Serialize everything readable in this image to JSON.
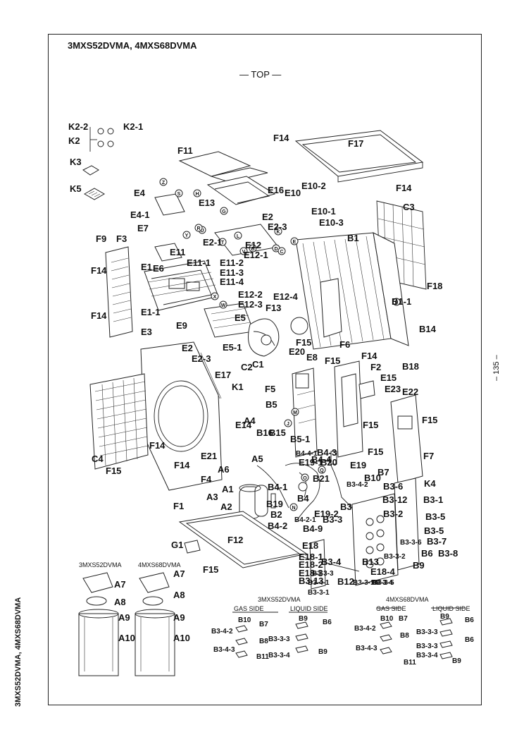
{
  "header": {
    "title": "3MXS52DVMA, 4MXS68DVMA",
    "view": "— TOP —",
    "side_label": "3MXS52DVMA, 4MXS68DVMA",
    "page_number": "– 135 –"
  },
  "part_labels": [
    "K2-2",
    "K2-1",
    "K2",
    "K3",
    "K5",
    "F11",
    "F14",
    "F17",
    "F14",
    "E16",
    "E10",
    "E10-2",
    "C3",
    "E4",
    "E13",
    "E2",
    "E10-1",
    "E4-1",
    "E7",
    "E2-3",
    "E10-3",
    "F9",
    "F3",
    "E2-1",
    "B1",
    "E11",
    "E12",
    "E11-1",
    "E11-2",
    "E11-3",
    "E12-1",
    "E11-4",
    "F14",
    "E1",
    "E6",
    "F18",
    "E12-2",
    "E12-4",
    "E12-3",
    "F13",
    "B1-1",
    "F14",
    "E1-1",
    "E5",
    "E3",
    "E9",
    "B14",
    "E2",
    "E5-1",
    "F15",
    "E2-3",
    "F6",
    "E20",
    "C2",
    "C1",
    "E8",
    "B18",
    "E17",
    "F15",
    "F14",
    "F2",
    "K1",
    "E15",
    "F5",
    "E23",
    "E22",
    "B5",
    "F15",
    "E14",
    "B16",
    "B15",
    "B5-1",
    "F15",
    "C4",
    "A4",
    "F14",
    "B4-4-1",
    "B4-3",
    "F14",
    "E21",
    "F15",
    "E19-1",
    "B20",
    "F7",
    "A6",
    "A5",
    "B4-4",
    "E19",
    "B10",
    "B7",
    "F15",
    "F4",
    "B21",
    "K4",
    "B3-4-2",
    "B3-6",
    "A1",
    "B4-1",
    "B3-12",
    "B3-1",
    "A3",
    "A2",
    "B19",
    "B4",
    "B3",
    "B3-2",
    "B3-5",
    "F1",
    "B2",
    "E19-2",
    "B3-3",
    "B3-5",
    "B4-2",
    "B4-2-1",
    "B4-9",
    "F12",
    "E18",
    "B3-3-6",
    "B3-7",
    "G1",
    "E18-1",
    "B3-3-2",
    "B6",
    "B3-8",
    "E18-2",
    "B13",
    "B9",
    "F15",
    "E18-3",
    "B3-4",
    "B3-3-3",
    "E18-4",
    "B3-13",
    "B3-4-1",
    "B3-3-5",
    "B3-3-1",
    "B12",
    "B3-3-14",
    "B3-3-4"
  ],
  "left_kits": {
    "model_a": "3MXS52DVMA",
    "model_b": "4MXS68DVMA",
    "labels": [
      "A7",
      "A8",
      "A9",
      "A10",
      "A7",
      "A8",
      "A9",
      "A10"
    ]
  },
  "detail_52": {
    "model": "3MXS52DVMA",
    "gas_side": "GAS SIDE",
    "liquid_side": "LIQUID SIDE",
    "labels": [
      "B10",
      "B7",
      "B3-4-2",
      "B8",
      "B3-4-3",
      "B11",
      "B9",
      "B6",
      "B3-3-3",
      "B3-3-4",
      "B9"
    ]
  },
  "detail_68": {
    "model": "4MXS68DVMA",
    "gas_side": "GAS SIDE",
    "liquid_side": "LIQUID SIDE",
    "labels": [
      "B10",
      "B7",
      "B3-4-2",
      "B8",
      "B3-4-3",
      "B11",
      "B9",
      "B6",
      "B3-3-3",
      "B6",
      "B3-3-3",
      "B3-3-4",
      "B9"
    ]
  },
  "hole_letters": [
    "Z",
    "S",
    "H",
    "G",
    "U",
    "L",
    "V",
    "D",
    "C",
    "E",
    "R",
    "T",
    "M",
    "B",
    "K",
    "P",
    "Q",
    "O",
    "N",
    "J",
    "X",
    "W",
    "Y"
  ]
}
